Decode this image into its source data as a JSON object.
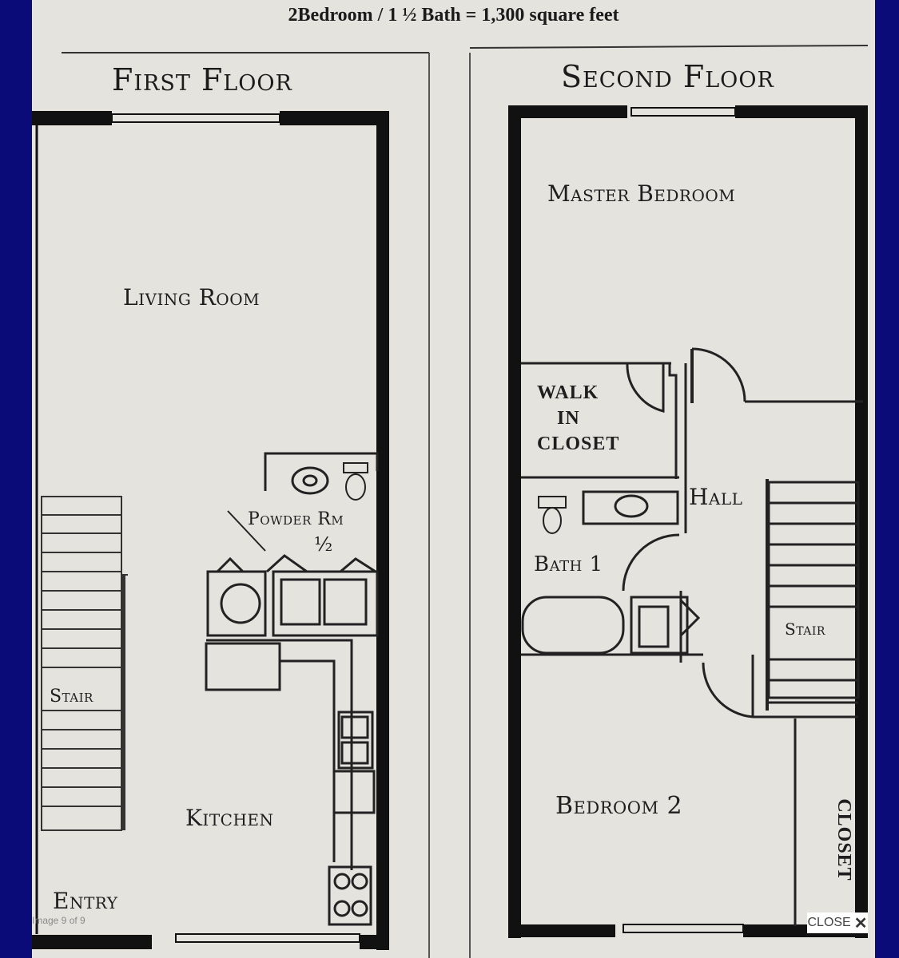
{
  "header": {
    "title": "2Bedroom / 1 ½ Bath = 1,300 square feet"
  },
  "floors": {
    "first": {
      "title": "First Floor",
      "rooms": {
        "living": "Living Room",
        "powder": "Powder Rm",
        "half": "½",
        "stair": "Stair",
        "kitchen": "Kitchen",
        "entry": "Entry"
      }
    },
    "second": {
      "title": "Second Floor",
      "rooms": {
        "master": "Master Bedroom",
        "walk": "WALK",
        "in": "IN",
        "closet_walk": "CLOSET",
        "hall": "Hall",
        "bath": "Bath 1",
        "stair": "Stair",
        "bedroom2": "Bedroom 2",
        "closet": "CLOSET"
      }
    }
  },
  "viewer": {
    "caption": "Image 9 of 9",
    "close_label": "CLOSE",
    "close_icon": "close-x-icon"
  }
}
